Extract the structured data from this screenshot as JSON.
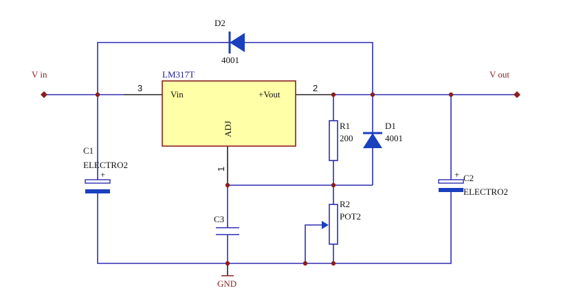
{
  "labels": {
    "vin": "V in",
    "vout": "V out",
    "gnd": "GND"
  },
  "regulator": {
    "part": "LM317T",
    "pin_vin": "Vin",
    "pin_vout": "+Vout",
    "pin_adj": "ADJ",
    "pin_num_in": "3",
    "pin_num_out": "2",
    "pin_num_adj": "1"
  },
  "components": {
    "d2": {
      "ref": "D2",
      "value": "4001"
    },
    "d1": {
      "ref": "D1",
      "value": "4001"
    },
    "r1": {
      "ref": "R1",
      "value": "200"
    },
    "r2": {
      "ref": "R2",
      "value": "POT2"
    },
    "c1": {
      "ref": "C1",
      "value": "ELECTRO2",
      "polarity": "+"
    },
    "c2": {
      "ref": "C2",
      "value": "ELECTRO2",
      "polarity": "+"
    },
    "c3": {
      "ref": "C3"
    }
  },
  "colors": {
    "wire": "#2b2bb0",
    "regulator_fill": "#ffffa8",
    "regulator_border": "#8a1e1e",
    "junction": "#8a1e1e",
    "capacitor_plate": "#1a3fbf"
  }
}
